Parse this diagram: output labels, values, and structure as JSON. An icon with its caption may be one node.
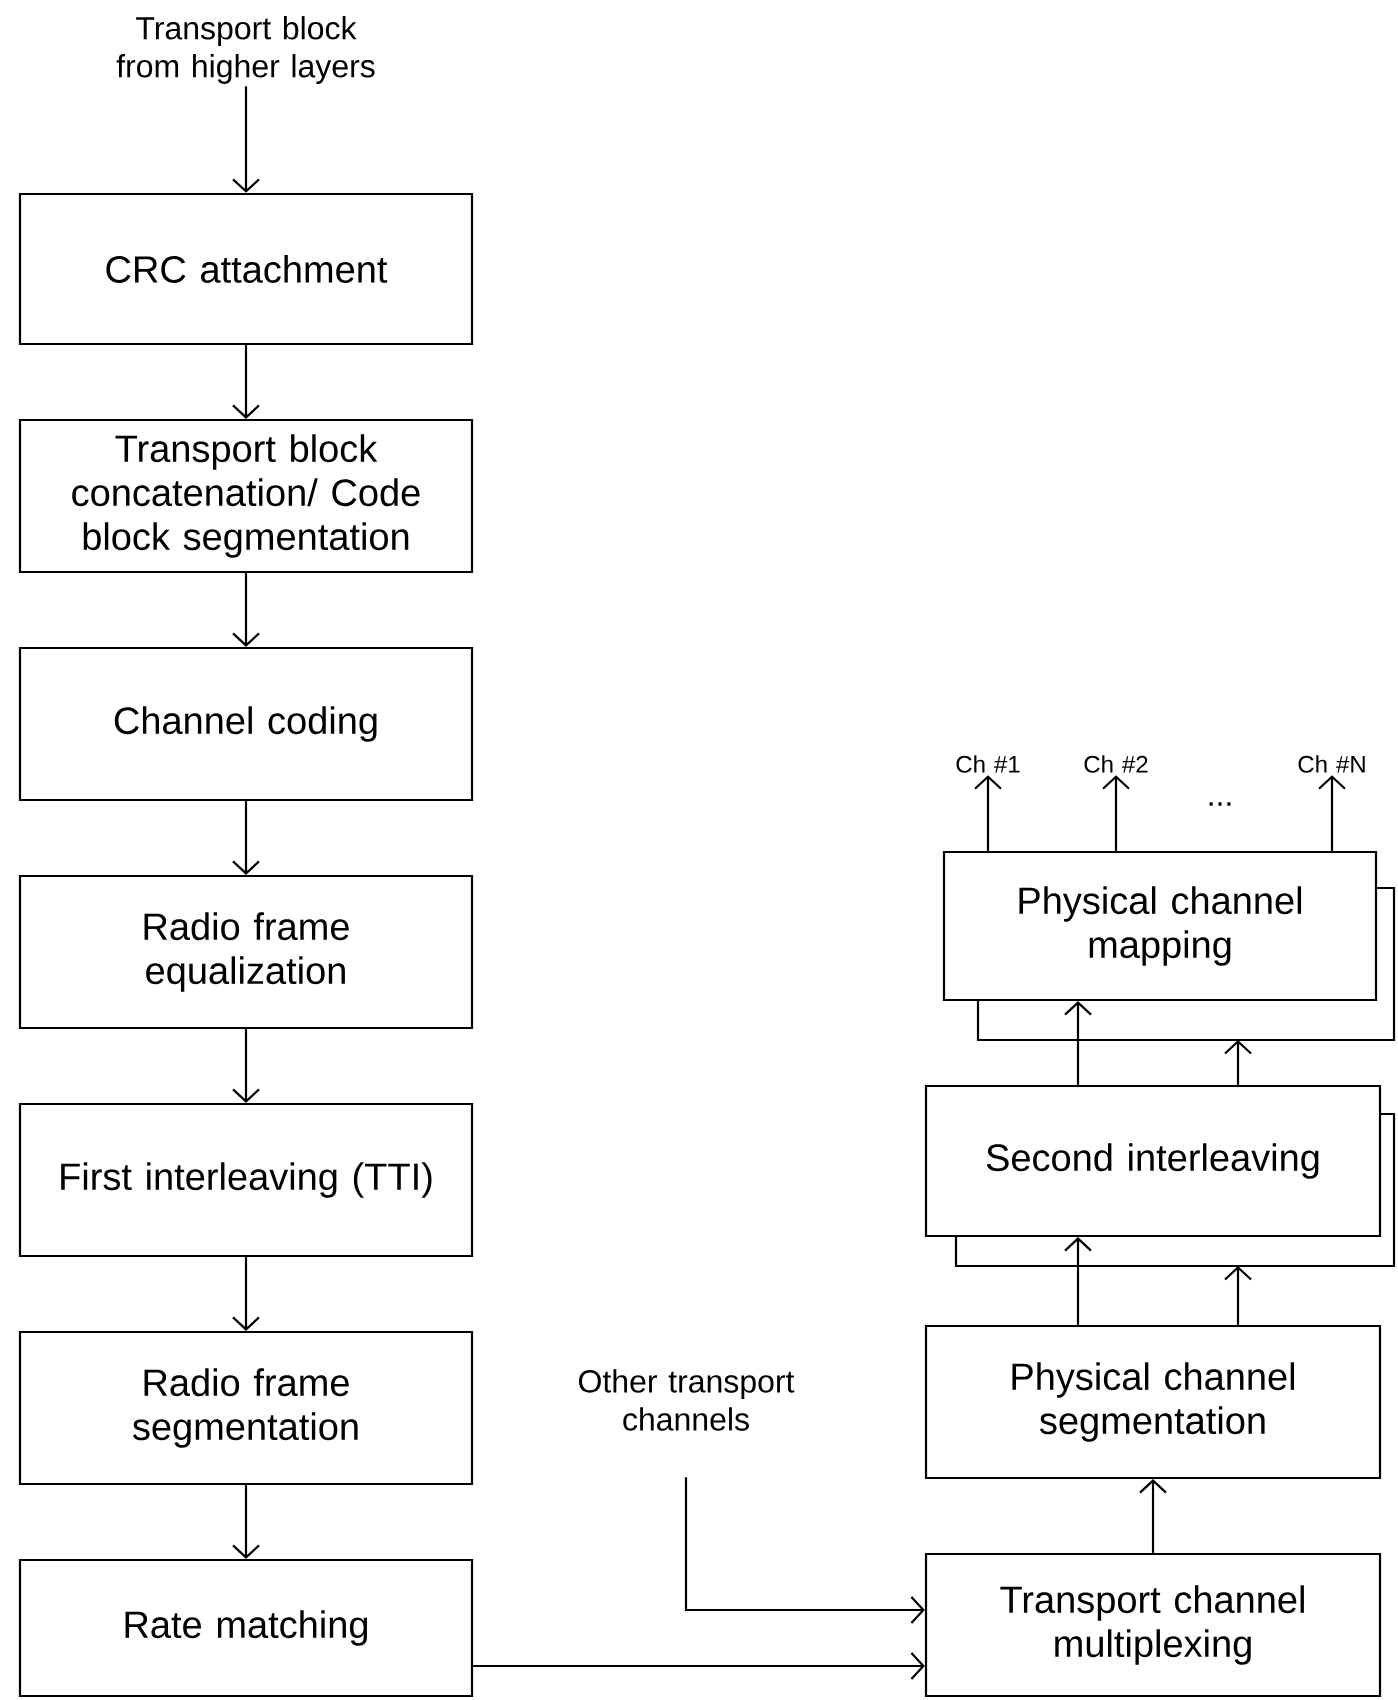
{
  "diagram": {
    "nodes": [
      {
        "text": [
          "Transport block from higher layers"
        ]
      },
      {
        "text": [
          "CRC attachment"
        ]
      },
      {
        "text": [
          "Transport block concatenation/ Code block segmentation"
        ]
      },
      {
        "text": [
          "Channel coding"
        ]
      },
      {
        "text": [
          "Radio frame equalization"
        ]
      },
      {
        "text": [
          "First interleaving (TTI)"
        ]
      },
      {
        "text": [
          "Radio frame segmentation"
        ]
      },
      {
        "text": [
          "Rate matching"
        ]
      },
      {
        "text": [
          "Other transport channels"
        ]
      },
      {
        "text": [
          "Transport channel multiplexing"
        ]
      },
      {
        "text": [
          "Physical channel segmentation"
        ]
      },
      {
        "text": [
          "Second interleaving"
        ]
      },
      {
        "text": [
          "Physical channel mapping"
        ]
      },
      {
        "text": [
          "Ch #1"
        ]
      },
      {
        "text": [
          "Ch #2"
        ]
      },
      {
        "text": [
          "Ch #N"
        ]
      }
    ],
    "edges": [
      {
        "from": 0,
        "to": 1,
        "arrow": "to"
      },
      {
        "from": 1,
        "to": 2,
        "arrow": "to"
      },
      {
        "from": 2,
        "to": 3,
        "arrow": "to"
      },
      {
        "from": 3,
        "to": 4,
        "arrow": "to"
      },
      {
        "from": 4,
        "to": 5,
        "arrow": "to"
      },
      {
        "from": 5,
        "to": 6,
        "arrow": "to"
      },
      {
        "from": 6,
        "to": 7,
        "arrow": "to"
      },
      {
        "from": 7,
        "to": 9,
        "arrow": "to"
      },
      {
        "from": 8,
        "to": 9,
        "arrow": "to"
      },
      {
        "from": 9,
        "to": 10,
        "arrow": "to"
      },
      {
        "from": 10,
        "to": 11,
        "arrow": "to"
      },
      {
        "from": 10,
        "to": 11,
        "arrow": "to"
      },
      {
        "from": 11,
        "to": 12,
        "arrow": "to"
      },
      {
        "from": 11,
        "to": 12,
        "arrow": "to"
      },
      {
        "from": 12,
        "to": 13,
        "arrow": "to"
      },
      {
        "from": 12,
        "to": 14,
        "arrow": "to"
      },
      {
        "from": 12,
        "to": 15,
        "arrow": "to"
      }
    ],
    "labels": [
      "..."
    ]
  }
}
